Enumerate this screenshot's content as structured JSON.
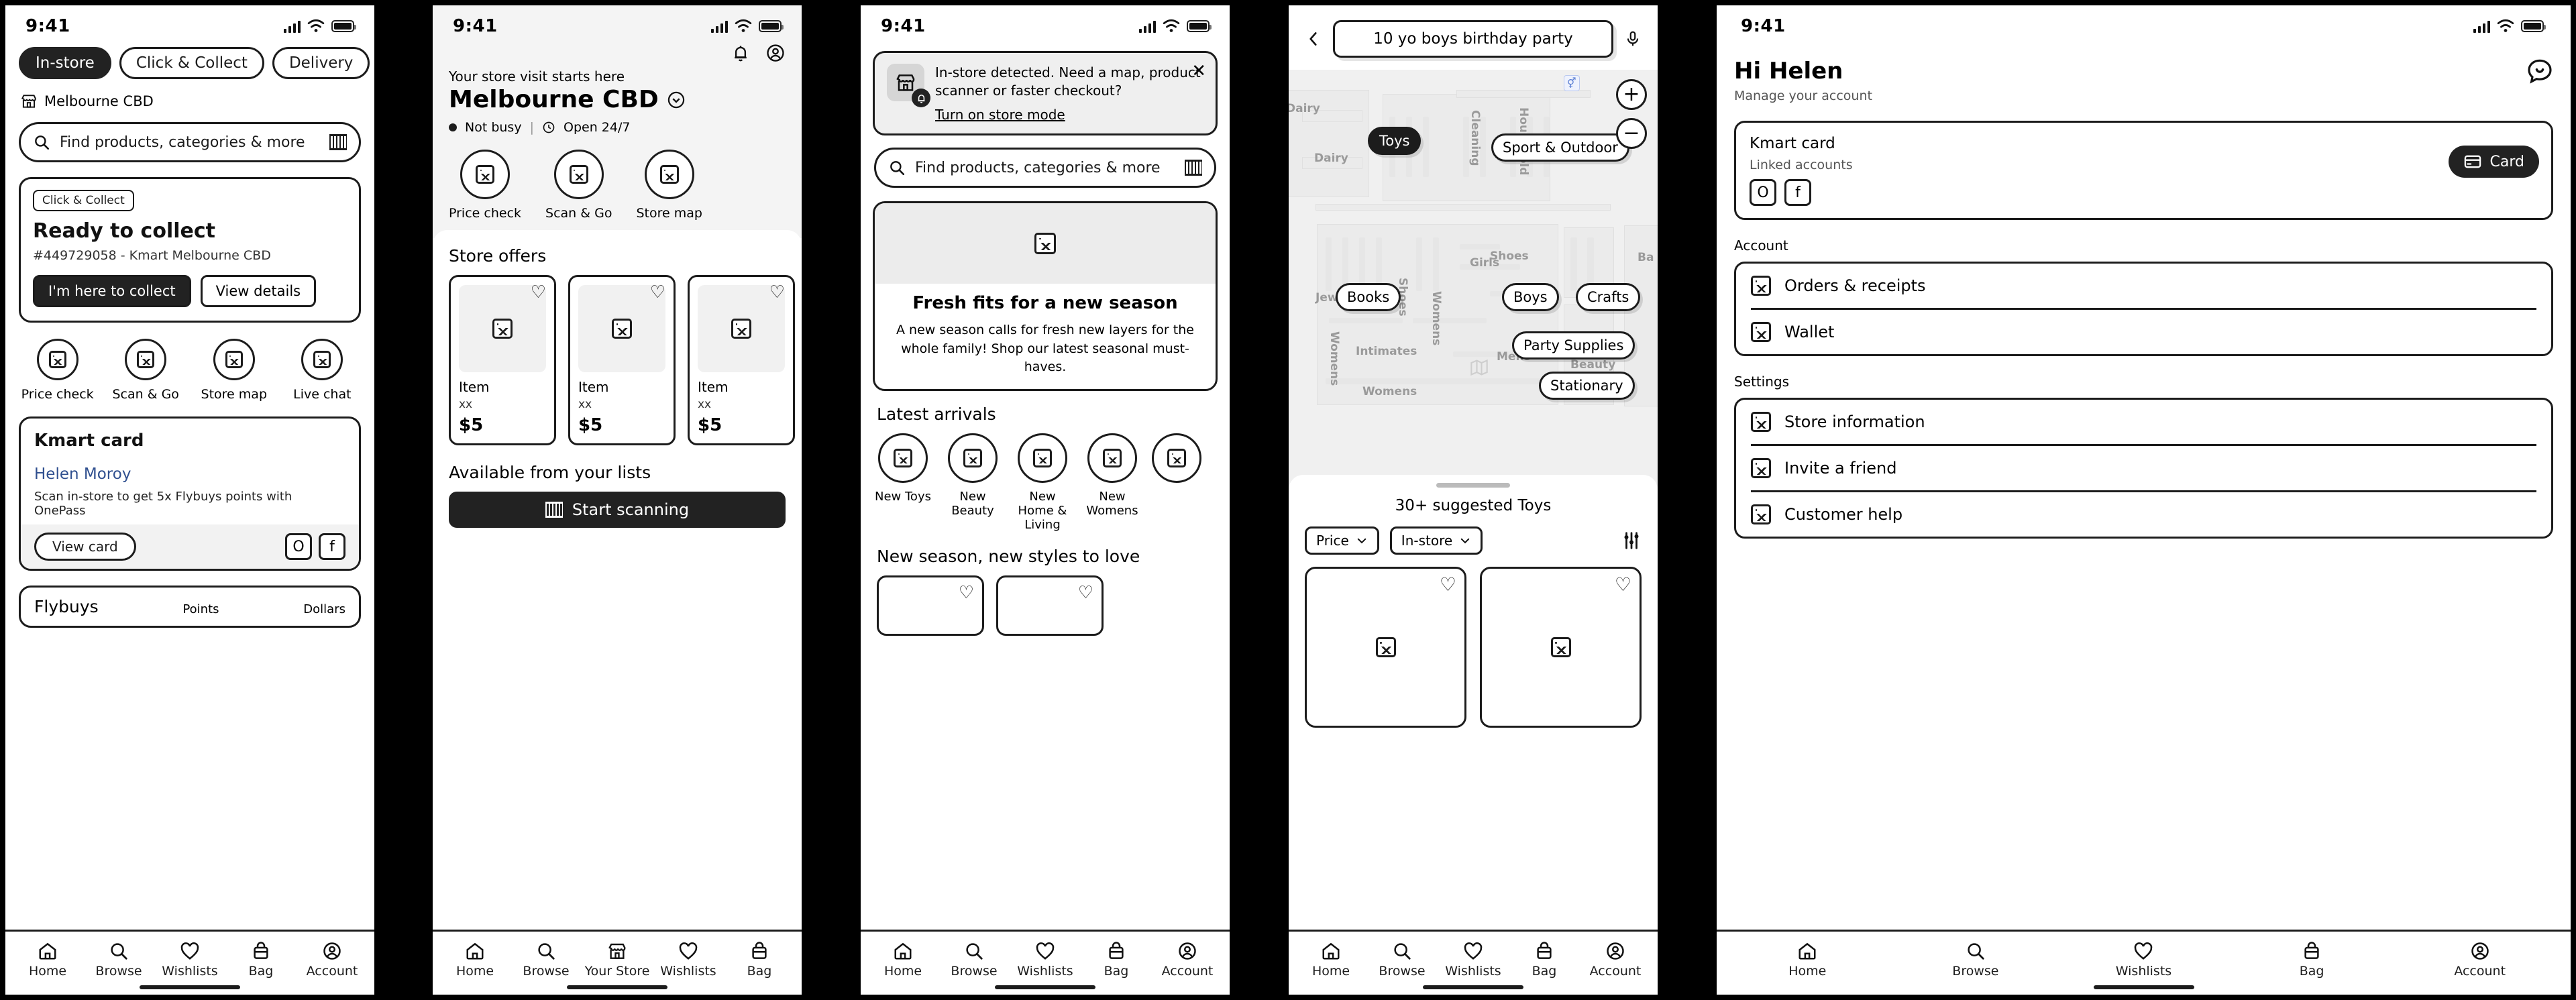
{
  "status_bar": {
    "time": "9:41"
  },
  "panel1": {
    "segments": [
      {
        "label": "In-store",
        "active": true
      },
      {
        "label": "Click & Collect",
        "active": false
      },
      {
        "label": "Delivery",
        "active": false
      }
    ],
    "store_name": "Melbourne CBD",
    "search_placeholder": "Find products, categories & more",
    "collect_card": {
      "tag": "Click & Collect",
      "title": "Ready to collect",
      "order_line": "#449729058 - Kmart Melbourne CBD",
      "primary_button": "I'm here to collect",
      "secondary_button": "View details"
    },
    "quick_actions": [
      "Price check",
      "Scan & Go",
      "Store map",
      "Live chat"
    ],
    "kmart_card": {
      "title": "Kmart card",
      "member_name": "Helen Moroy",
      "description": "Scan in-store to get 5x Flybuys points with OnePass",
      "view_button": "View card",
      "link_one": "O",
      "link_two": "f"
    },
    "flybuys": {
      "name": "Flybuys",
      "points_header": "Points",
      "dollars_header": "Dollars"
    },
    "tabs": [
      "Home",
      "Browse",
      "Wishlists",
      "Bag",
      "Account"
    ]
  },
  "panel2": {
    "lead": "Your store visit starts here",
    "store_name": "Melbourne CBD",
    "busy_status": "Not busy",
    "hours": "Open 24/7",
    "quick_actions": [
      "Price check",
      "Scan & Go",
      "Store map"
    ],
    "offers_heading": "Store offers",
    "products": [
      {
        "name": "Item",
        "variant": "xx",
        "price": "$5"
      },
      {
        "name": "Item",
        "variant": "xx",
        "price": "$5"
      },
      {
        "name": "Item",
        "variant": "xx",
        "price": "$5"
      }
    ],
    "lists_heading": "Available from your lists",
    "scan_button": "Start scanning",
    "tabs": [
      "Home",
      "Browse",
      "Your Store",
      "Wishlists",
      "Bag"
    ]
  },
  "panel3": {
    "banner": {
      "message": "In-store detected. Need a map, product scanner or faster checkout?",
      "link": "Turn on store mode"
    },
    "search_placeholder": "Find products, categories & more",
    "hero": {
      "title": "Fresh fits for a new season",
      "body": "A new season calls for fresh new layers for the whole family! Shop our latest seasonal must-haves."
    },
    "latest_heading": "Latest arrivals",
    "latest_items": [
      "New Toys",
      "New Beauty",
      "New Home & Living",
      "New Womens"
    ],
    "styles_heading": "New season, new styles to love",
    "tabs": [
      "Home",
      "Browse",
      "Wishlists",
      "Bag",
      "Account"
    ]
  },
  "panel4": {
    "search_query": "10 yo boys birthday party",
    "map_chips": [
      {
        "label": "Toys",
        "active": true
      },
      {
        "label": "Sport & Outdoor",
        "active": false
      },
      {
        "label": "Books",
        "active": false
      },
      {
        "label": "Boys",
        "active": false
      },
      {
        "label": "Crafts",
        "active": false
      },
      {
        "label": "Party Supplies",
        "active": false
      },
      {
        "label": "Stationary",
        "active": false
      }
    ],
    "map_labels": [
      "Dairy",
      "Dairy",
      "Cleaning",
      "Household",
      "Girls",
      "Jewelry",
      "Shoes",
      "Womens",
      "Womens",
      "Intimates",
      "Womens",
      "Shoes",
      "Mens",
      "Beauty",
      "Ba"
    ],
    "zoom_in": "+",
    "zoom_out": "−",
    "suggested": "30+ suggested Toys",
    "filters": [
      {
        "label": "Price"
      },
      {
        "label": "In-store"
      }
    ],
    "tabs": [
      "Home",
      "Browse",
      "Wishlists",
      "Bag",
      "Account"
    ]
  },
  "panel5": {
    "greeting": "Hi Helen",
    "subtitle": "Manage your account",
    "kmart_card": {
      "title": "Kmart card",
      "linked_label": "Linked accounts",
      "link_one": "O",
      "link_two": "f",
      "card_button": "Card"
    },
    "account_heading": "Account",
    "account_items": [
      "Orders & receipts",
      "Wallet"
    ],
    "settings_heading": "Settings",
    "settings_items": [
      "Store information",
      "Invite a friend",
      "Customer help"
    ],
    "tabs": [
      "Home",
      "Browse",
      "Wishlists",
      "Bag",
      "Account"
    ]
  }
}
